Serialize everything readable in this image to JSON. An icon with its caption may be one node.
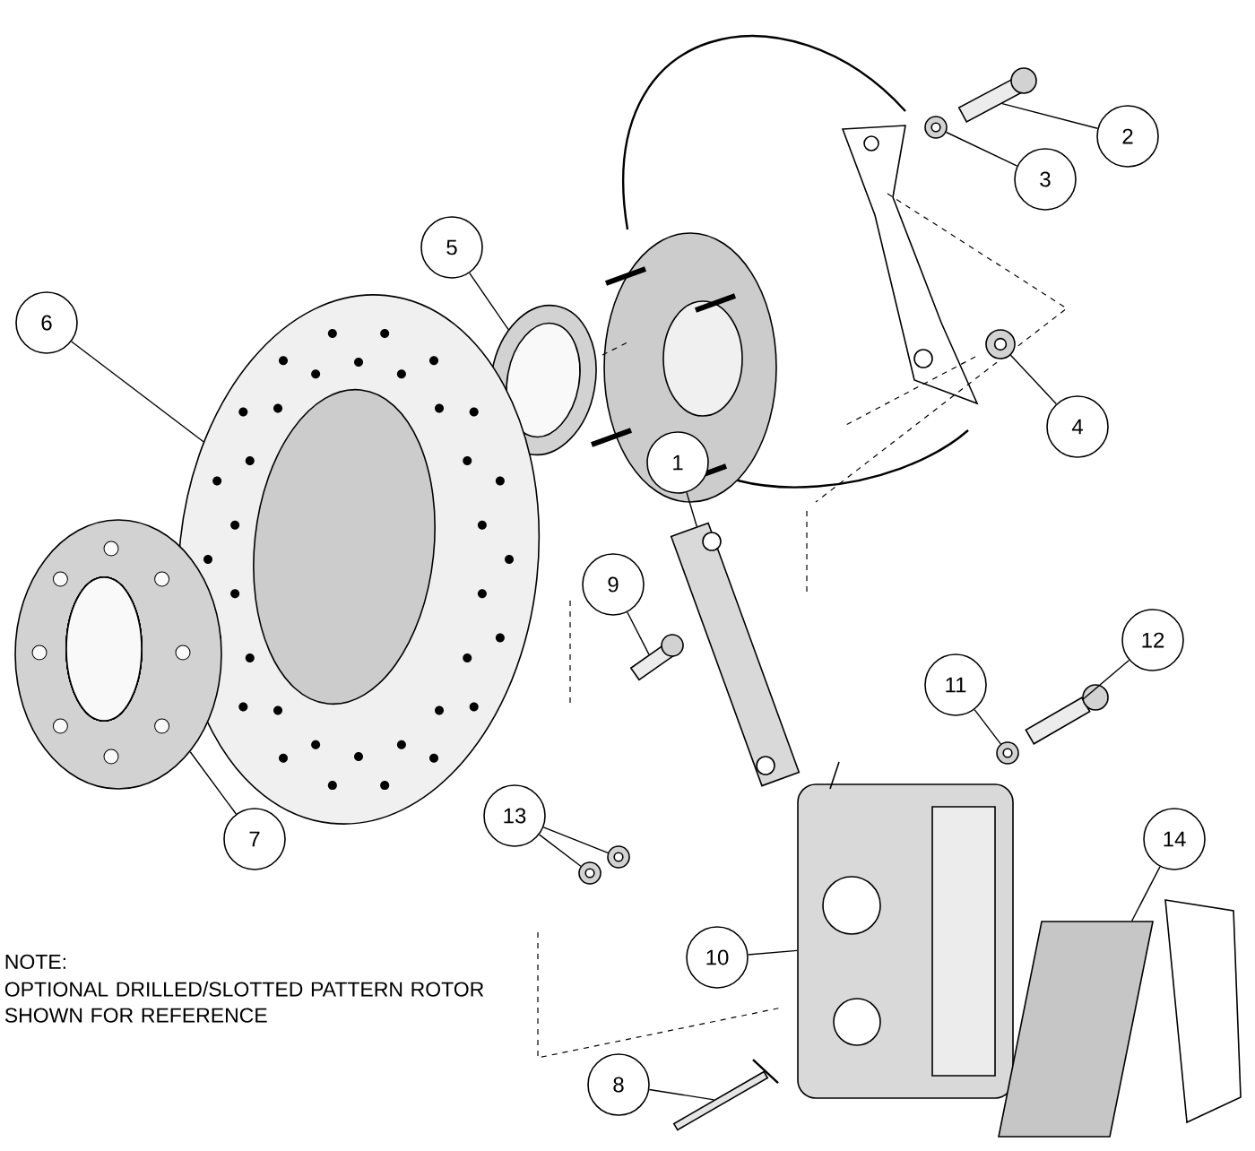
{
  "diagram": {
    "nodes": [
      {
        "text": [
          "1"
        ]
      },
      {
        "text": [
          "2"
        ]
      },
      {
        "text": [
          "3"
        ]
      },
      {
        "text": [
          "4"
        ]
      },
      {
        "text": [
          "5"
        ]
      },
      {
        "text": [
          "6"
        ]
      },
      {
        "text": [
          "7"
        ]
      },
      {
        "text": [
          "8"
        ]
      },
      {
        "text": [
          "9"
        ]
      },
      {
        "text": [
          "10"
        ]
      },
      {
        "text": [
          "11"
        ]
      },
      {
        "text": [
          "12"
        ]
      },
      {
        "text": [
          "13"
        ]
      },
      {
        "text": [
          "14"
        ]
      },
      {
        "text": [],
        "shape": "picture"
      },
      {
        "text": [],
        "shape": "picture"
      },
      {
        "text": [],
        "shape": "circle"
      },
      {
        "text": [],
        "shape": "circle"
      },
      {
        "text": [],
        "shape": "picture"
      },
      {
        "text": [],
        "shape": "picture"
      },
      {
        "text": [],
        "shape": "picture"
      },
      {
        "text": [],
        "shape": "box"
      },
      {
        "text": [],
        "shape": "picture"
      },
      {
        "text": [],
        "shape": "picture"
      },
      {
        "text": [],
        "shape": "circle"
      },
      {
        "text": [],
        "shape": "picture"
      },
      {
        "text": [],
        "shape": "circle"
      },
      {
        "text": [],
        "shape": "circle"
      },
      {
        "text": [],
        "shape": "picture"
      }
    ],
    "edges": [
      {
        "from": 0,
        "to": 14,
        "arrow": "none"
      },
      {
        "from": 1,
        "to": 15,
        "arrow": "none"
      },
      {
        "from": 2,
        "to": 16,
        "arrow": "none"
      },
      {
        "from": 3,
        "to": 17,
        "arrow": "none"
      },
      {
        "from": 4,
        "to": 18,
        "arrow": "none"
      },
      {
        "from": 5,
        "to": 19,
        "arrow": "none"
      },
      {
        "from": 6,
        "to": 20,
        "arrow": "none"
      },
      {
        "from": 7,
        "to": 21,
        "arrow": "none"
      },
      {
        "from": 8,
        "to": 22,
        "arrow": "none"
      },
      {
        "from": 9,
        "to": 23,
        "arrow": "none"
      },
      {
        "from": 10,
        "to": 24,
        "arrow": "none"
      },
      {
        "from": 11,
        "to": 25,
        "arrow": "none"
      },
      {
        "from": 12,
        "to": 26,
        "arrow": "none"
      },
      {
        "from": 12,
        "to": 27,
        "arrow": "none"
      },
      {
        "from": 13,
        "to": 28,
        "arrow": "none"
      }
    ],
    "labels": [
      "NOTE:",
      "OPTIONAL DRILLED/SLOTTED PATTERN ROTOR SHOWN FOR REFERENCE"
    ]
  }
}
